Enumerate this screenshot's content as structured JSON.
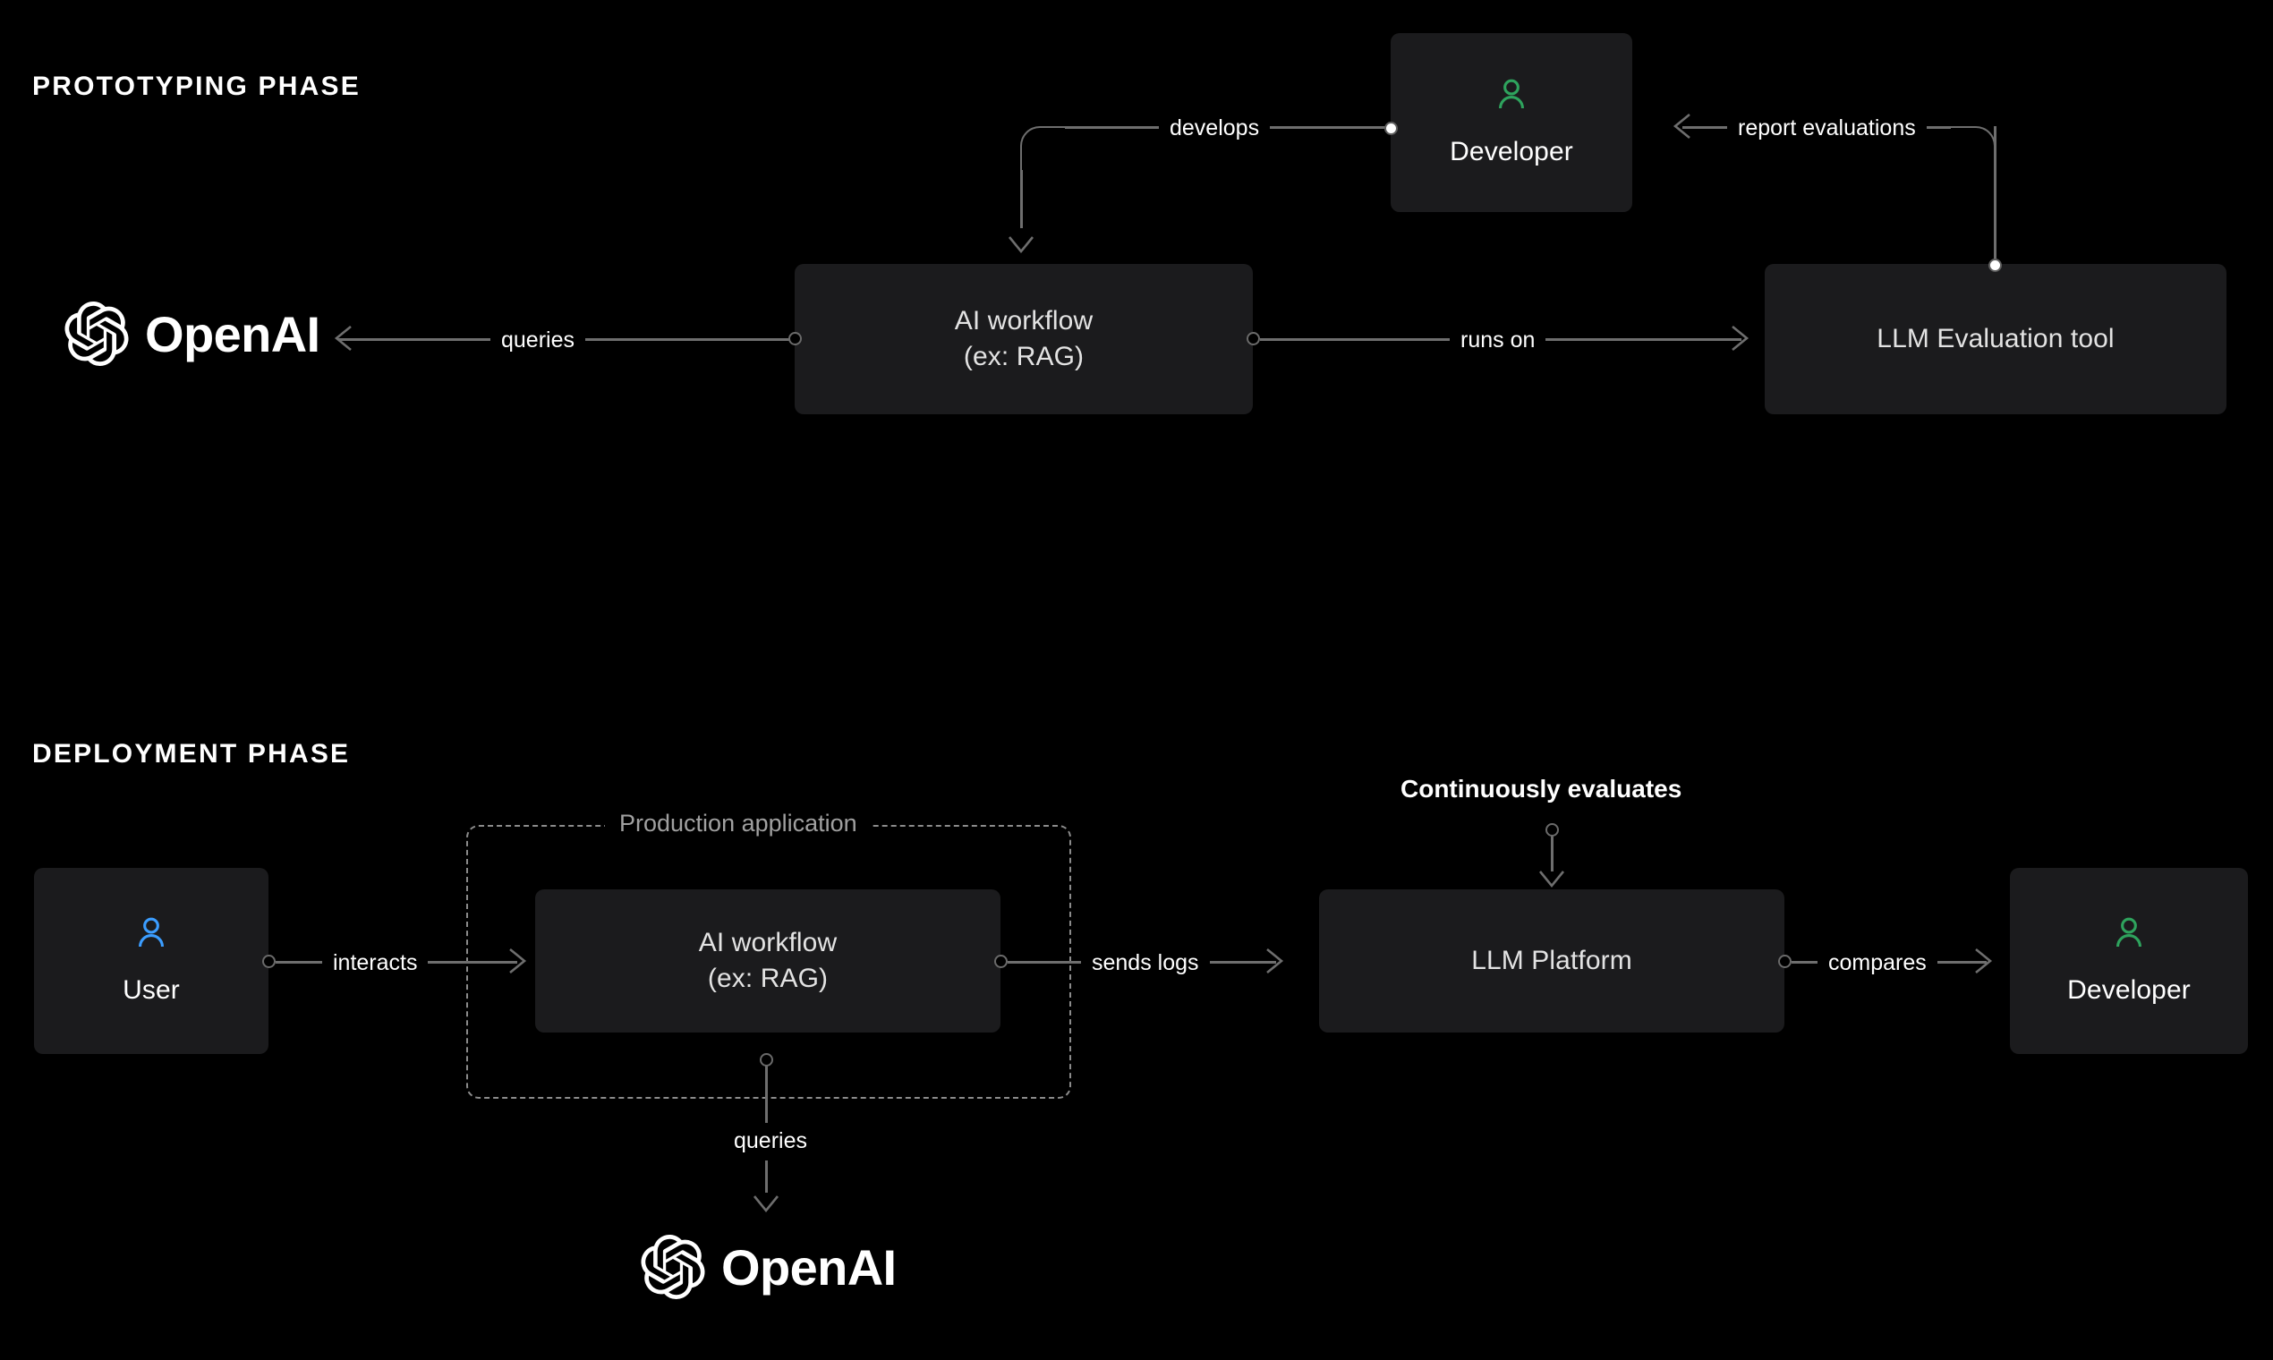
{
  "diagram": {
    "background_color": "#000000",
    "node_color": "#1b1b1d",
    "edge_color": "#6e6e6e",
    "developer_icon_color": "#2ea35d",
    "user_icon_color": "#3b9dff"
  },
  "sections": {
    "prototyping": {
      "title": "PROTOTYPING PHASE",
      "brand": {
        "wordmark": "OpenAI",
        "icon": "openai-blossom-icon"
      },
      "nodes": {
        "ai_workflow": {
          "label": "AI workflow\n(ex: RAG)"
        },
        "developer": {
          "label": "Developer",
          "icon": "person-icon"
        },
        "eval_tool": {
          "label": "LLM Evaluation tool"
        }
      },
      "edges": {
        "queries": "queries",
        "runs_on": "runs on",
        "develops": "develops",
        "report_evaluations": "report evaluations"
      }
    },
    "deployment": {
      "title": "DEPLOYMENT PHASE",
      "brand": {
        "wordmark": "OpenAI",
        "icon": "openai-blossom-icon"
      },
      "group": {
        "label": "Production application"
      },
      "nodes": {
        "user": {
          "label": "User",
          "icon": "person-icon"
        },
        "ai_workflow": {
          "label": "AI workflow\n(ex: RAG)"
        },
        "llm_platform": {
          "label": "LLM Platform"
        },
        "developer": {
          "label": "Developer",
          "icon": "person-icon"
        }
      },
      "edges": {
        "interacts": "interacts",
        "sends_logs": "sends logs",
        "compares": "compares",
        "queries": "queries",
        "continuously_evaluates": "Continuously evaluates"
      }
    }
  }
}
